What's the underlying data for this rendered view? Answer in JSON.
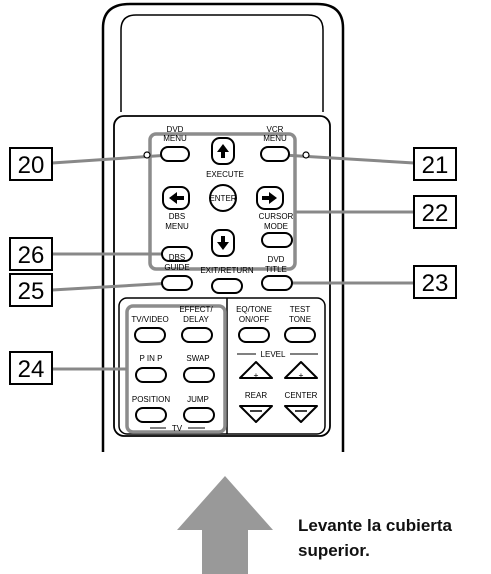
{
  "callouts": {
    "c20": "20",
    "c21": "21",
    "c22": "22",
    "c23": "23",
    "c24": "24",
    "c25": "25",
    "c26": "26"
  },
  "buttons": {
    "dvd_menu": [
      "DVD",
      "MENU"
    ],
    "vcr_menu": [
      "VCR",
      "MENU"
    ],
    "execute": "EXECUTE",
    "enter": "ENTER",
    "cursor_mode": [
      "CURSOR",
      "MODE"
    ],
    "dbs_menu": [
      "DBS",
      "MENU"
    ],
    "dbs_guide": [
      "DBS",
      "GUIDE"
    ],
    "exit_return": "EXIT/RETURN",
    "dvd_title": [
      "DVD",
      "TITLE"
    ],
    "effect_delay": [
      "EFFECT/",
      "DELAY"
    ],
    "eq_tone": [
      "EQ/TONE",
      "ON/OFF"
    ],
    "test_tone": [
      "TEST",
      "TONE"
    ],
    "tv_video": "TV/VIDEO",
    "level": "LEVEL",
    "p_in_p": "P IN P",
    "swap": "SWAP",
    "position": "POSITION",
    "jump": "JUMP",
    "tv": "TV",
    "rear": "REAR",
    "center": "CENTER"
  },
  "caption": {
    "line1": "Levante la cubierta",
    "line2": "superior."
  },
  "colors": {
    "highlight": "#8c8c8c",
    "arrow": "#999999"
  }
}
